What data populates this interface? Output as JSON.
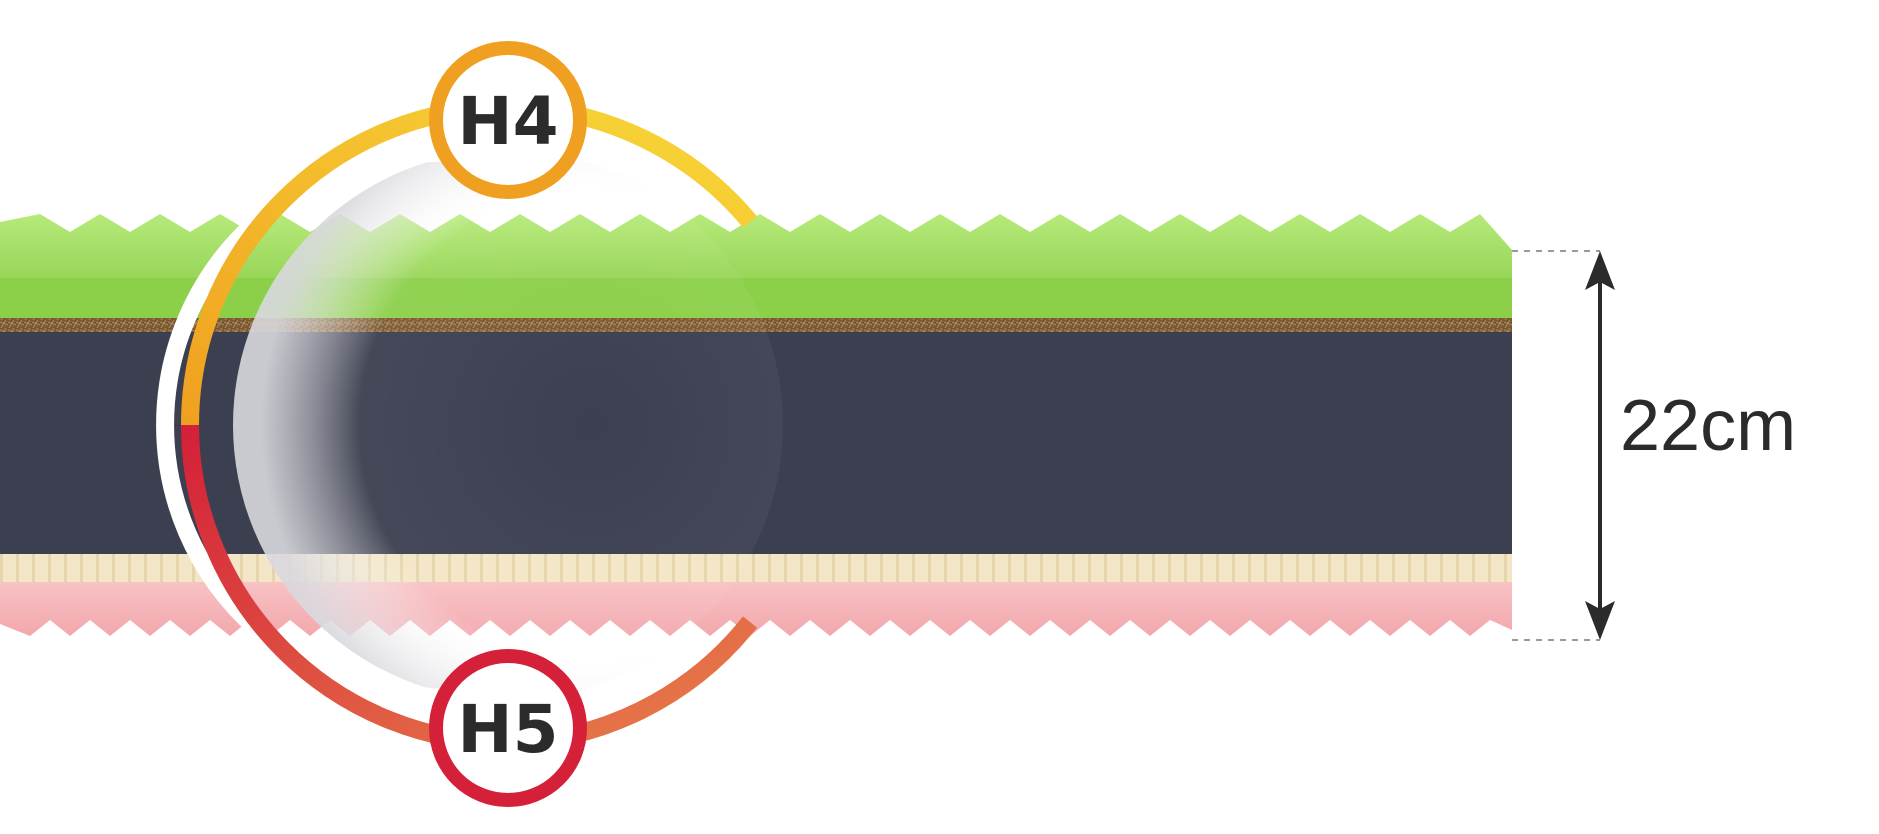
{
  "firmness": {
    "top": {
      "label": "H4",
      "color": "#f0a020"
    },
    "bottom": {
      "label": "H5",
      "color": "#d42038"
    }
  },
  "height": {
    "label": "22cm"
  },
  "layers": [
    {
      "name": "green-foam-layer",
      "color": "#8fd14f"
    },
    {
      "name": "coconut-fiber-layer",
      "color": "#7a5a35"
    },
    {
      "name": "dark-core-layer",
      "color": "#3c3f50"
    },
    {
      "name": "latex-layer",
      "color": "#f3e6c6"
    },
    {
      "name": "pink-foam-layer",
      "color": "#f5b4b8"
    }
  ]
}
